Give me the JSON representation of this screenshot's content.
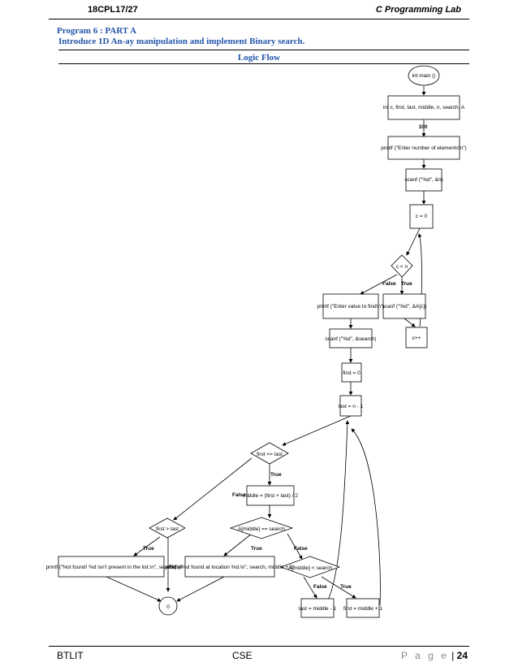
{
  "header": {
    "course_code": "18CPL17/27",
    "lab_title": "C Programming Lab"
  },
  "program": {
    "title": "Program 6 : PART A",
    "intro": "Introduce 1D An-ay manipulation and implement Binary search."
  },
  "section_title": "Logic Flow",
  "flow": {
    "start": "int main ()",
    "decl": "int c, first, last, middle, n, search, A",
    "decl_note": "100",
    "printf_n": "printf (\"Enter number of elements\\n\")",
    "scanf_n": "scanf (\"%d\", &n)",
    "init_c": "c = 0",
    "cond_c": "c < n",
    "printf_val": "printf (\"Enter value to find\\n\")",
    "scanf_arr": "scanf (\"%d\", &A[c])",
    "inc_c": "c++",
    "scanf_search": "scanf (\"%d\", &search)",
    "init_first": "first = 0",
    "init_last": "last = n - 1",
    "cond_loop": "first <= last",
    "calc_middle": "middle = (first + last) / 2",
    "cond_found": "A[middle] == search",
    "cond_gt": "first > last",
    "cond_less": "A[middle] < search",
    "print_notfound": "printf (\"Not found! %d isn't present in the list.\\n\", search)",
    "print_found": "printf (\"%d found at location %d.\\n\", search, middle + 1)",
    "set_last": "last = middle - 1",
    "set_first": "first = middle + 1",
    "end": "0",
    "label_true": "True",
    "label_false": "False"
  },
  "footer": {
    "left": "BTLIT",
    "center": "CSE",
    "page_label": "P a g e",
    "separator": "|",
    "page_number": "24"
  }
}
